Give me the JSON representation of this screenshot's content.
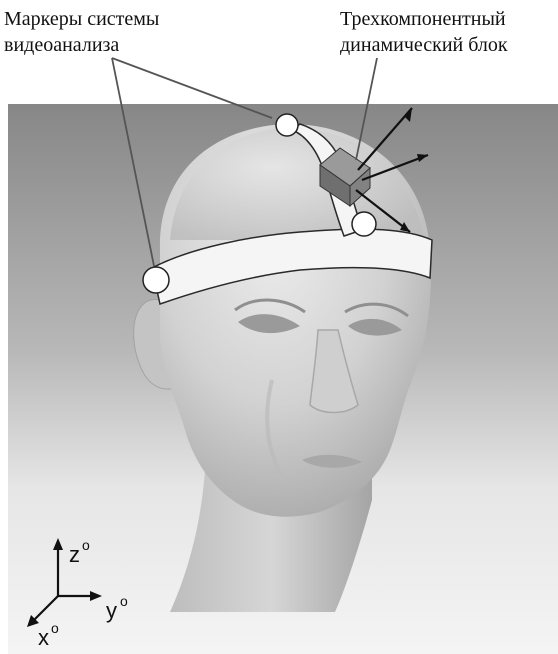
{
  "callouts": {
    "markers": {
      "line1": "Маркеры системы",
      "line2": "видеоанализа"
    },
    "unit": {
      "line1": "Трехкомпонентный",
      "line2": "динамический блок"
    }
  },
  "axes": {
    "z": {
      "letter": "z",
      "sup": "o"
    },
    "y": {
      "letter": "y",
      "sup": "o"
    },
    "x": {
      "letter": "x",
      "sup": "o"
    }
  },
  "colors": {
    "background_top": "#8a8a8a",
    "background_bottom": "#f2f2f2",
    "skin": "#d8d8d8",
    "band": "#f4f4f4",
    "lines": "#222222"
  }
}
